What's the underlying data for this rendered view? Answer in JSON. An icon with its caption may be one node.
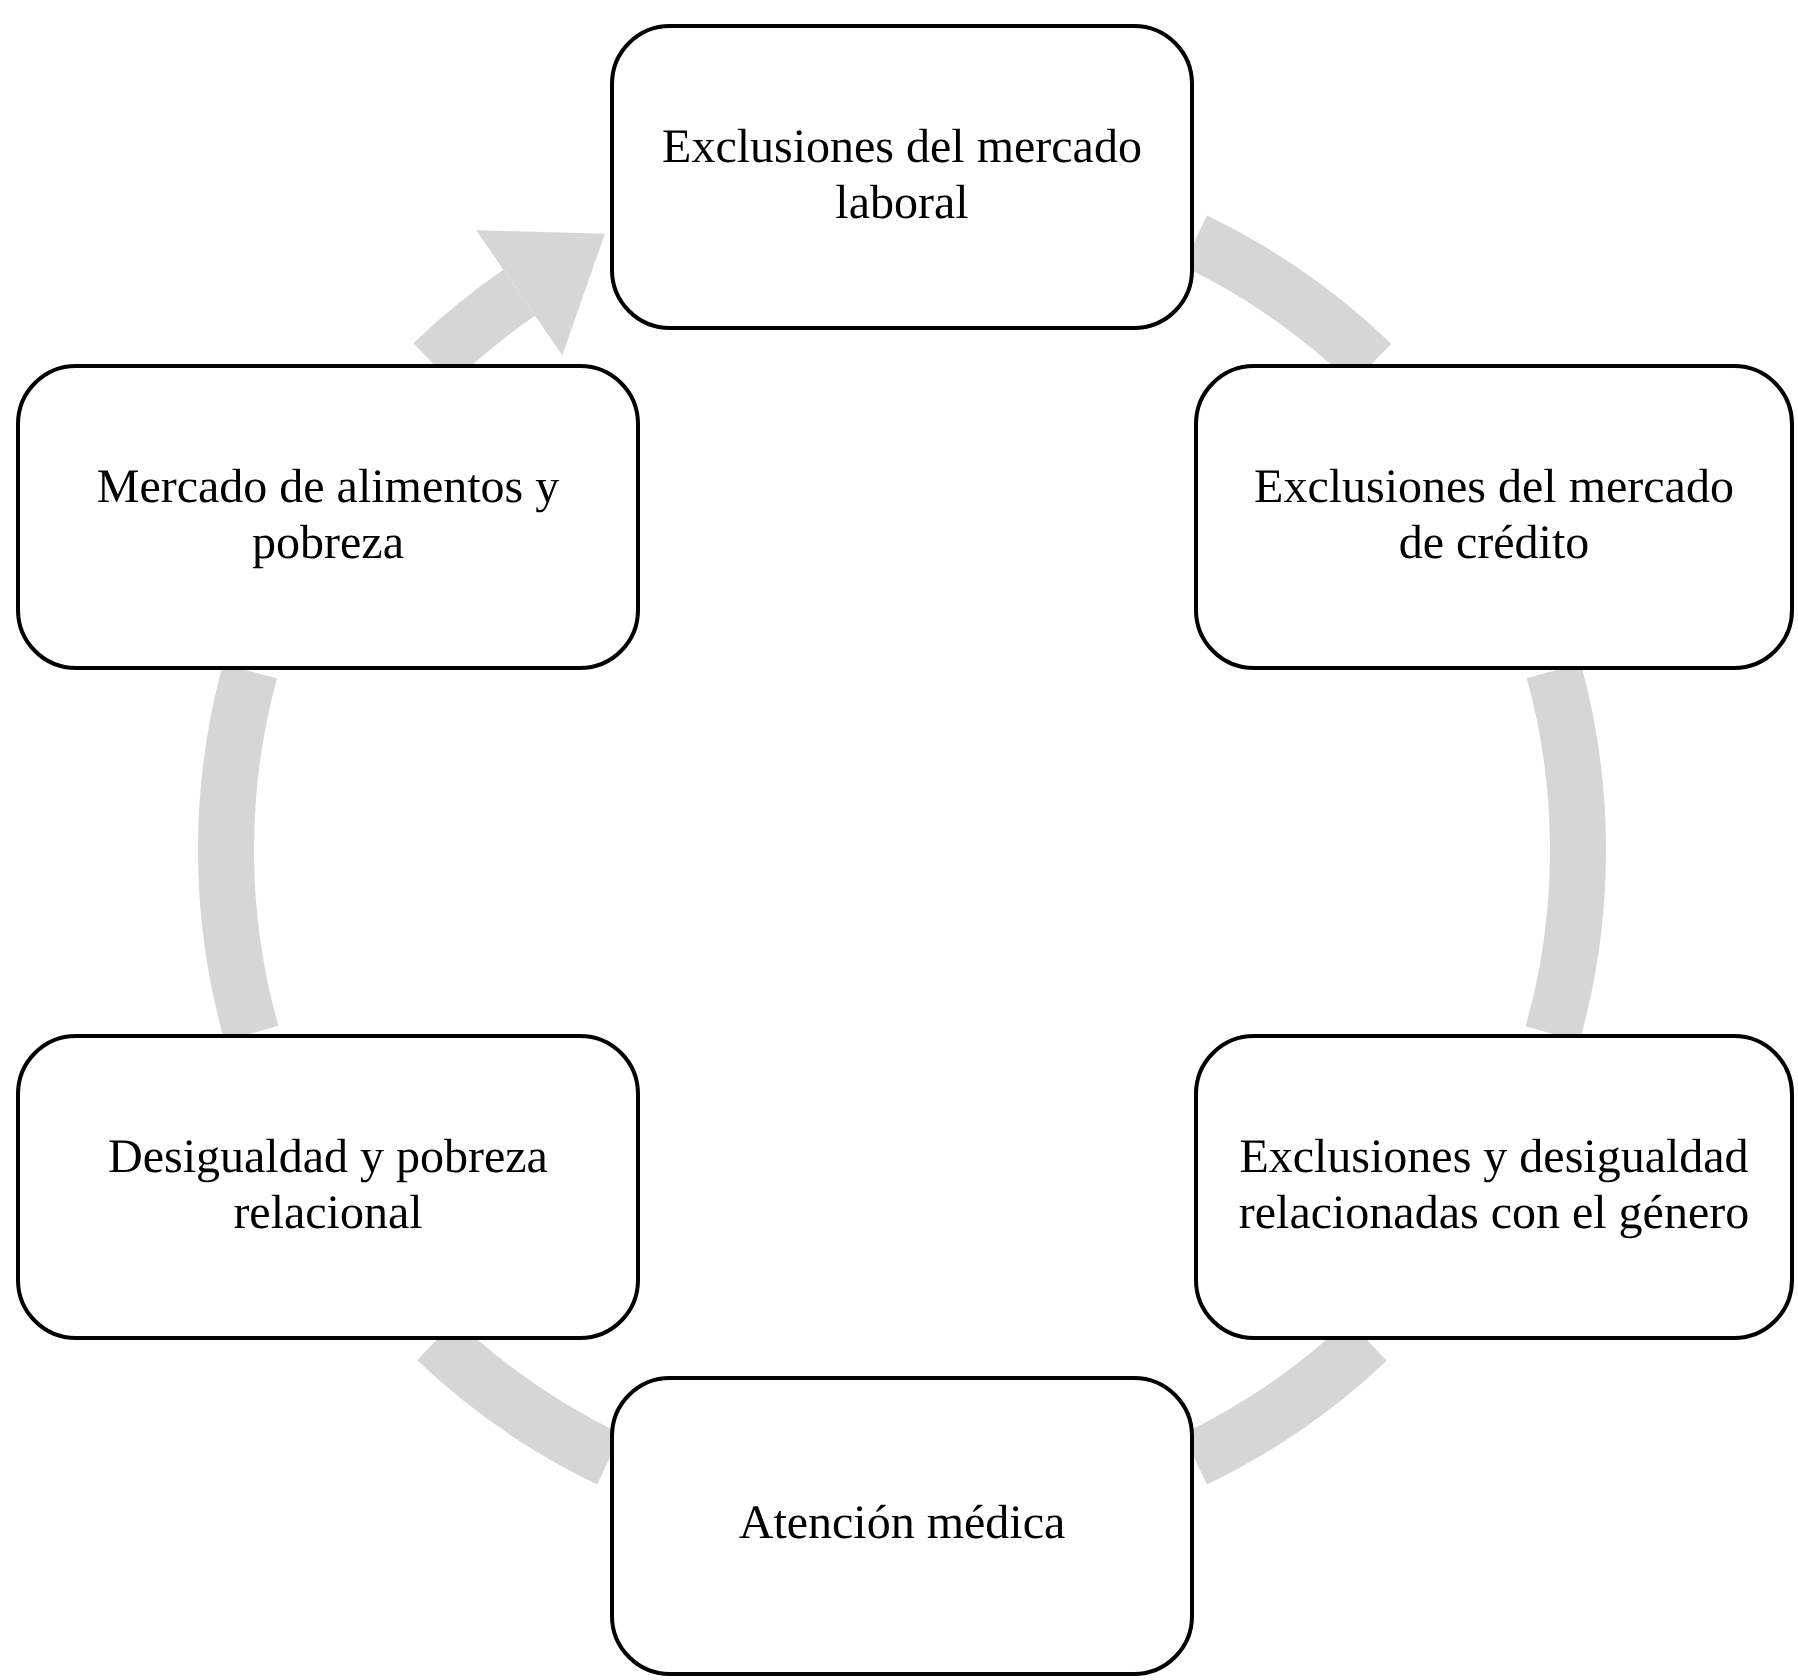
{
  "diagram": {
    "nodes": [
      {
        "text": [
          "Exclusiones del mercado laboral"
        ]
      },
      {
        "text": [
          "Exclusiones del mercado de crédito"
        ]
      },
      {
        "text": [
          "Exclusiones y desigualdad relacionadas con el género"
        ]
      },
      {
        "text": [
          "Atención médica"
        ]
      },
      {
        "text": [
          "Desigualdad y pobreza relacional"
        ]
      },
      {
        "text": [
          "Mercado de alimentos y pobreza"
        ]
      }
    ],
    "edges": [
      {
        "from": 0,
        "to": 1,
        "arrow": "none"
      },
      {
        "from": 1,
        "to": 2,
        "arrow": "none"
      },
      {
        "from": 2,
        "to": 3,
        "arrow": "none"
      },
      {
        "from": 3,
        "to": 4,
        "arrow": "none"
      },
      {
        "from": 4,
        "to": 5,
        "arrow": "none"
      },
      {
        "from": 5,
        "to": 0,
        "arrow": "to"
      }
    ]
  }
}
